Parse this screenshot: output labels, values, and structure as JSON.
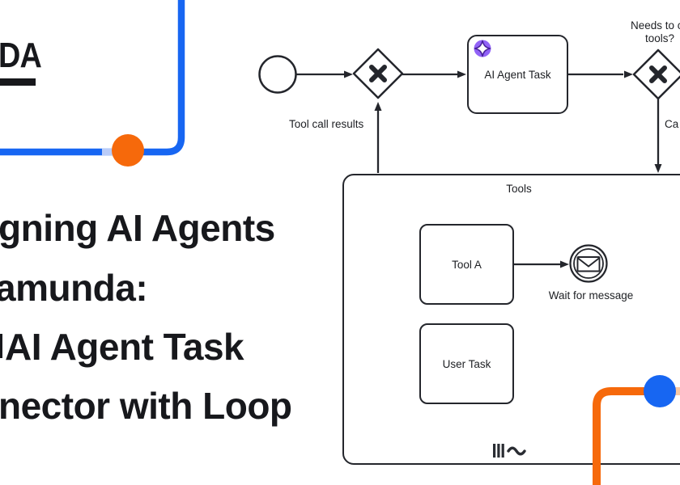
{
  "logo": {
    "text": "DA"
  },
  "headline": {
    "line1": "gning AI Agents",
    "line2": "amunda:",
    "line3": "AI Agent Task",
    "line4": "nector with Loop"
  },
  "diagram": {
    "ai_agent_task_label": "AI Agent Task",
    "tool_a_label": "Tool A",
    "user_task_label": "User Task",
    "subprocess_label": "Tools",
    "wait_for_message_label": "Wait for message",
    "tool_call_results_label": "Tool call results",
    "gateway_question_line1": "Needs to c",
    "gateway_question_line2": "tools?",
    "call_label_fragment": "Ca"
  },
  "colors": {
    "bpmn_stroke": "#24262c",
    "headline_text": "#17181c",
    "decor_blue": "#1766F2",
    "decor_light_blue": "#BACCF8",
    "decor_orange": "#F6690B",
    "decor_light_orange": "#F9C9A3",
    "ai_icon_purple": "#9263F7",
    "ai_icon_star_outline": "#47209B"
  }
}
